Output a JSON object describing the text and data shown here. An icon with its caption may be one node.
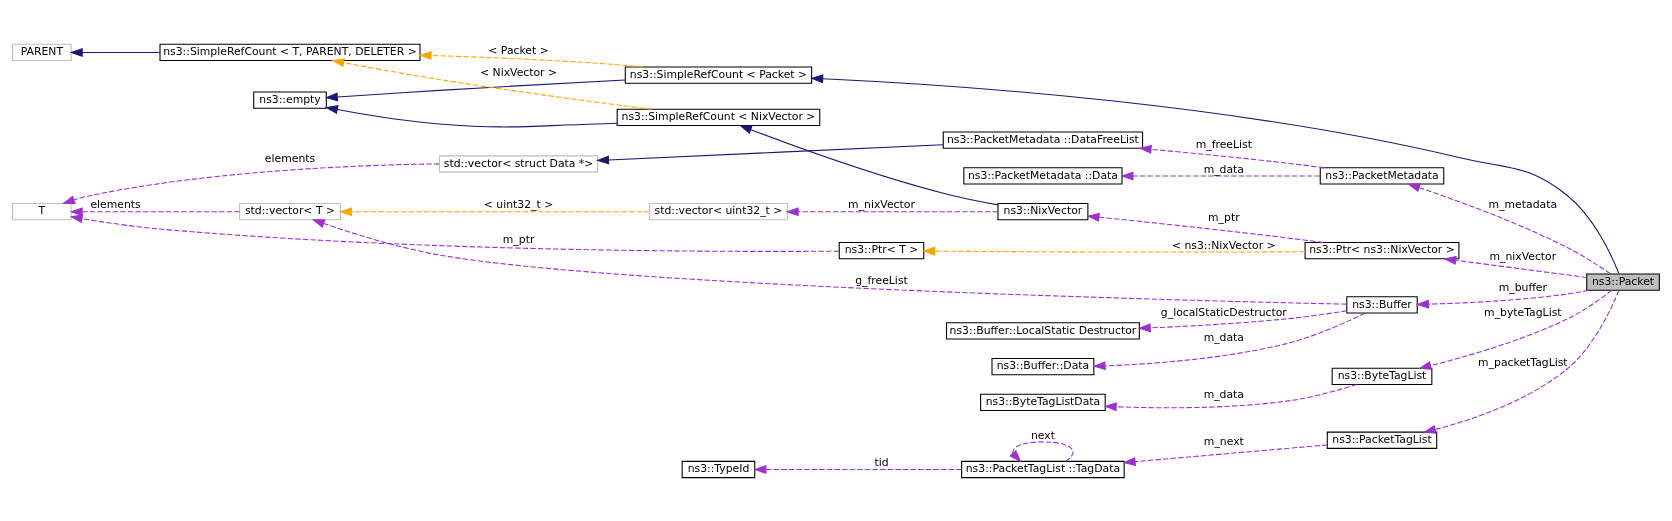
{
  "diagram": {
    "nodes": [
      {
        "text": [
          "ns3::Packet"
        ]
      },
      {
        "text": [
          "ns3::SimpleRefCount < Packet >"
        ]
      },
      {
        "text": [
          "ns3::SimpleRefCount < T, PARENT, DELETER >"
        ]
      },
      {
        "text": [
          "PARENT"
        ]
      },
      {
        "text": [
          "ns3::empty"
        ]
      },
      {
        "text": [
          "ns3::SimpleRefCount < NixVector >"
        ]
      },
      {
        "text": [
          "ns3::Ptr< ns3::NixVector >"
        ]
      },
      {
        "text": [
          "ns3::NixVector"
        ]
      },
      {
        "text": [
          "std::vector< uint32_t >"
        ]
      },
      {
        "text": [
          "std::vector< T >"
        ]
      },
      {
        "text": [
          "T"
        ]
      },
      {
        "text": [
          "ns3::Ptr< T >"
        ]
      },
      {
        "text": [
          "ns3::PacketMetadata"
        ]
      },
      {
        "text": [
          "ns3::PacketMetadata ::DataFreeList"
        ]
      },
      {
        "text": [
          "std::vector< struct Data *>"
        ]
      },
      {
        "text": [
          "ns3::PacketMetadata ::Data"
        ]
      },
      {
        "text": [
          "ns3::ByteTagList"
        ]
      },
      {
        "text": [
          "ns3::ByteTagListData"
        ]
      },
      {
        "text": [
          "ns3::PacketTagList"
        ]
      },
      {
        "text": [
          "ns3::PacketTagList ::TagData"
        ]
      },
      {
        "text": [
          "ns3::TypeId"
        ]
      },
      {
        "text": [
          "ns3::Buffer"
        ]
      },
      {
        "text": [
          "ns3::Buffer::LocalStatic Destructor"
        ]
      },
      {
        "text": [
          "ns3::Buffer::Data"
        ]
      }
    ],
    "edges": [
      {
        "from": 0,
        "to": 1,
        "arrow": "to",
        "color": "#191970"
      },
      {
        "from": 1,
        "to": 2,
        "arrow": "to",
        "label": "< Packet >",
        "style": "dashed",
        "color": "#ffa500"
      },
      {
        "from": 2,
        "to": 3,
        "arrow": "to",
        "color": "#191970"
      },
      {
        "from": 1,
        "to": 4,
        "arrow": "to",
        "color": "#191970"
      },
      {
        "from": 5,
        "to": 4,
        "arrow": "to",
        "color": "#191970"
      },
      {
        "from": 5,
        "to": 2,
        "arrow": "to",
        "label": "< NixVector >",
        "style": "dashed",
        "color": "#ffa500"
      },
      {
        "from": 7,
        "to": 5,
        "arrow": "to",
        "color": "#191970"
      },
      {
        "from": 6,
        "to": 11,
        "arrow": "to",
        "label": "< ns3::NixVector >",
        "style": "dashed",
        "color": "#ffa500"
      },
      {
        "from": 11,
        "to": 10,
        "arrow": "to",
        "label": "m_ptr",
        "style": "dashed"
      },
      {
        "from": 9,
        "to": 10,
        "arrow": "to",
        "label": "elements",
        "style": "dashed"
      },
      {
        "from": 14,
        "to": 10,
        "arrow": "to",
        "label": "elements",
        "style": "dashed"
      },
      {
        "from": 8,
        "to": 9,
        "arrow": "to",
        "label": "< uint32_t >",
        "style": "dashed",
        "color": "#ffa500"
      },
      {
        "from": 7,
        "to": 8,
        "arrow": "to",
        "label": "m_nixVector",
        "style": "dashed"
      },
      {
        "from": 6,
        "to": 7,
        "arrow": "to",
        "label": "m_ptr",
        "style": "dashed"
      },
      {
        "from": 0,
        "to": 6,
        "arrow": "to",
        "label": "m_nixVector",
        "style": "dashed"
      },
      {
        "from": 0,
        "to": 12,
        "arrow": "to",
        "label": "m_metadata",
        "style": "dashed"
      },
      {
        "from": 12,
        "to": 13,
        "arrow": "to",
        "label": "m_freeList",
        "style": "dashed"
      },
      {
        "from": 13,
        "to": 14,
        "arrow": "to",
        "color": "#191970"
      },
      {
        "from": 12,
        "to": 15,
        "arrow": "to",
        "label": "m_data",
        "style": "dashed"
      },
      {
        "from": 21,
        "to": 9,
        "arrow": "to",
        "label": "g_freeList",
        "style": "dashed"
      },
      {
        "from": 0,
        "to": 16,
        "arrow": "to",
        "label": "m_byteTagList",
        "style": "dashed"
      },
      {
        "from": 16,
        "to": 17,
        "arrow": "to",
        "label": "m_data",
        "style": "dashed"
      },
      {
        "from": 0,
        "to": 18,
        "arrow": "to",
        "label": "m_packetTagList",
        "style": "dashed"
      },
      {
        "from": 18,
        "to": 19,
        "arrow": "to",
        "label": "m_next",
        "style": "dashed"
      },
      {
        "from": 19,
        "to": 19,
        "arrow": "to",
        "label": "next",
        "style": "dashed"
      },
      {
        "from": 19,
        "to": 20,
        "arrow": "to",
        "label": "tid",
        "style": "dashed"
      },
      {
        "from": 0,
        "to": 21,
        "arrow": "to",
        "label": "m_buffer",
        "style": "dashed"
      },
      {
        "from": 21,
        "to": 22,
        "arrow": "to",
        "label": "g_localStaticDestructor",
        "style": "dashed"
      },
      {
        "from": 21,
        "to": 23,
        "arrow": "to",
        "label": "m_data",
        "style": "dashed"
      }
    ]
  }
}
